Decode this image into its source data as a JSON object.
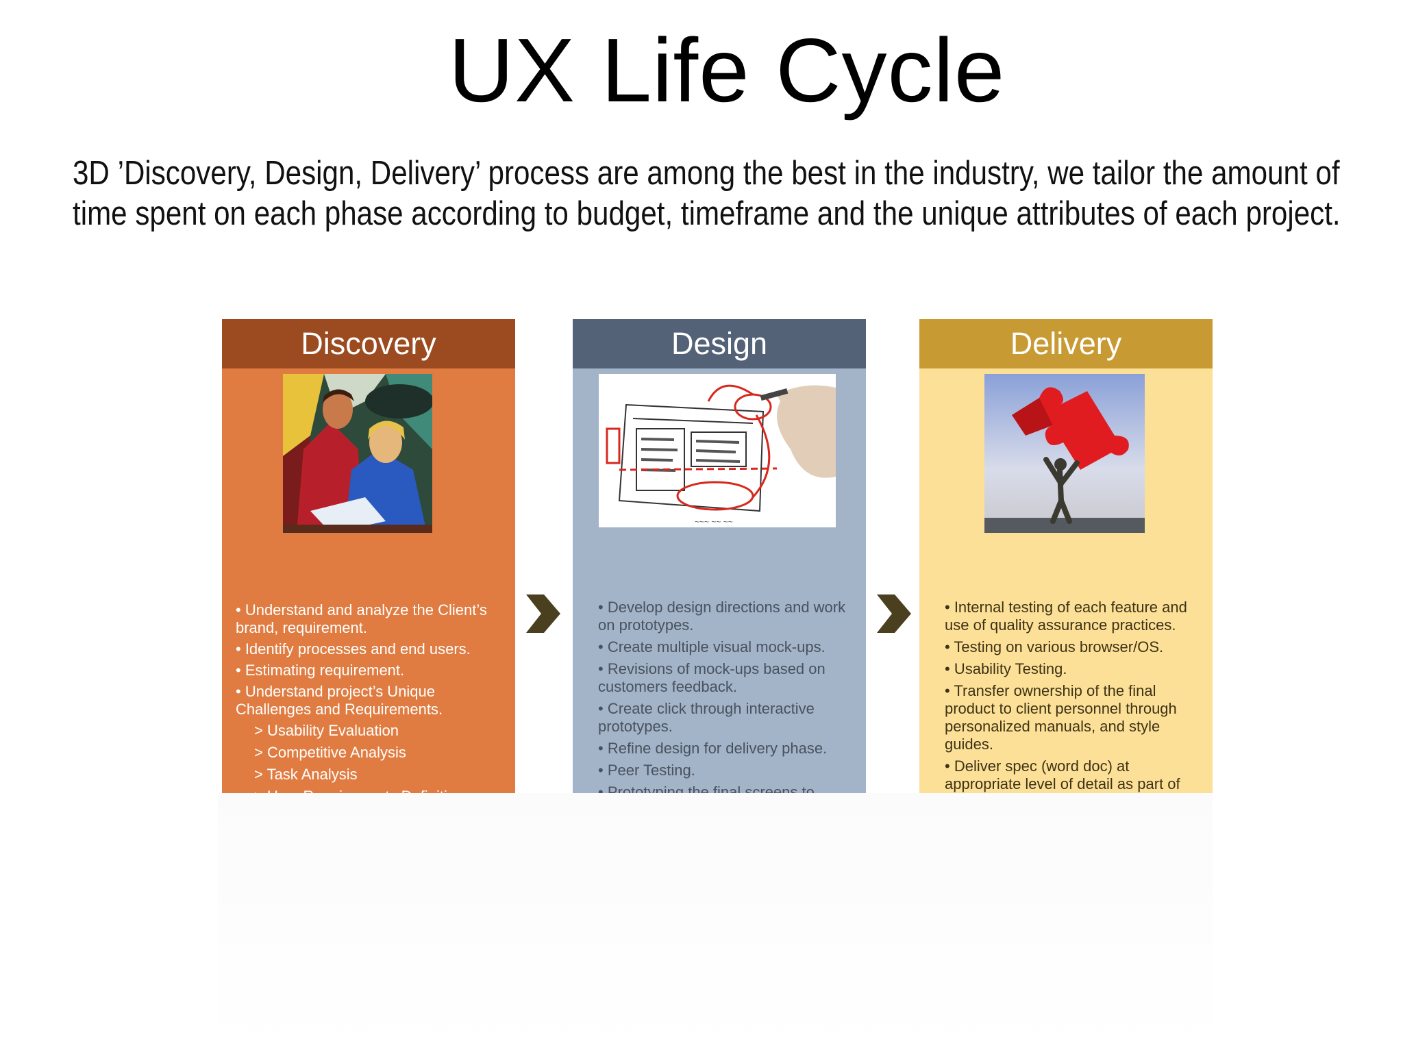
{
  "slide": {
    "title": "UX Life Cycle",
    "intro_line1": "3D ’Discovery, Design, Delivery’ process are among the best in the industry, we tailor the amount of",
    "intro_line2": "time spent on each phase according to budget, timeframe and the unique attributes of each project."
  },
  "phases": [
    {
      "name": "Discovery",
      "header_color": "#9c4b20",
      "body_color": "#e07c41",
      "image_icon": "business-people-reviewing-document-illustration",
      "items": [
        "• Understand and analyze the Client’s brand, requirement.",
        "• Identify processes and end users.",
        "• Estimating requirement.",
        "• Understand project’s Unique Challenges and Requirements."
      ],
      "subitems": [
        "> Usability Evaluation",
        "> Competitive Analysis",
        "> Task Analysis",
        "> User Requirements Definition."
      ]
    },
    {
      "name": "Design",
      "header_color": "#536277",
      "body_color": "#a3b3c8",
      "image_icon": "hand-sketching-wireframe-illustration",
      "items": [
        "• Develop design directions and work on prototypes.",
        "• Create multiple visual mock-ups.",
        "• Revisions of mock-ups based on customers feedback.",
        "• Create click through interactive prototypes.",
        "• Refine design for delivery phase.",
        "• Peer Testing.",
        "• Prototyping the final screens to demonstrate technical feasibility."
      ]
    },
    {
      "name": "Delivery",
      "header_color": "#c89a34",
      "body_color": "#fde098",
      "image_icon": "person-lifting-puzzle-piece-illustration",
      "items": [
        "• Internal testing of each feature and use of quality assurance practices.",
        "• Testing on various browser/OS.",
        "• Usability Testing.",
        "• Transfer ownership of the final product to client personnel through personalized manuals, and style guides.",
        "• Deliver spec (word doc) at appropriate level of detail as part of the Delivery Phase."
      ]
    }
  ],
  "connectors": [
    "chevron-right-icon",
    "chevron-right-icon"
  ],
  "arrow_color": "#4a4020"
}
